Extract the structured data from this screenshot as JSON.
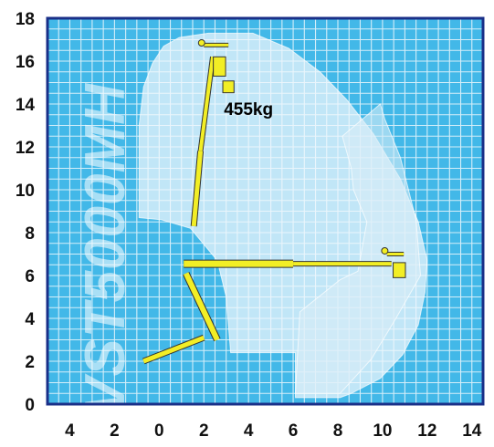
{
  "chart_data": {
    "type": "area",
    "title": "",
    "xlabel": "",
    "ylabel": "",
    "model_watermark": "VST5000MH",
    "x_tick_labels": [
      "4",
      "2",
      "0",
      "2",
      "4",
      "6",
      "8",
      "10",
      "12",
      "14"
    ],
    "x_tick_values": [
      -4,
      -2,
      0,
      2,
      4,
      6,
      8,
      10,
      12,
      14
    ],
    "y_tick_labels": [
      "0",
      "2",
      "4",
      "6",
      "8",
      "10",
      "12",
      "14",
      "16",
      "18"
    ],
    "y_tick_values": [
      0,
      2,
      4,
      6,
      8,
      10,
      12,
      14,
      16,
      18
    ],
    "xlim": [
      -5,
      14.5
    ],
    "ylim": [
      0,
      18
    ],
    "grid": true,
    "annotations": [
      {
        "text": "455kg",
        "x": 2.9,
        "y": 13.5
      }
    ],
    "series": [
      {
        "x": [
          0.9,
          2.2,
          4.2,
          5.8,
          7.2,
          8.4,
          9.6,
          10.8,
          11.6,
          12.0,
          11.9,
          11.6,
          10.9,
          9.9,
          8.6,
          8.1,
          6.1,
          6.1,
          3.2,
          3.0,
          2.6,
          1.4,
          0.1,
          -0.9,
          -0.9,
          -0.7,
          -0.3,
          0.2,
          0.9
        ],
        "y": [
          17.1,
          17.3,
          17.3,
          16.6,
          15.5,
          14.2,
          12.6,
          10.5,
          8.5,
          6.7,
          5.2,
          3.7,
          2.3,
          1.2,
          0.5,
          0.3,
          0.3,
          2.4,
          2.4,
          5.0,
          6.7,
          8.2,
          8.6,
          8.7,
          13.0,
          14.8,
          15.9,
          16.7,
          17.1
        ]
      },
      {
        "x": [
          9.9,
          10.1,
          10.8,
          11.5,
          11.7,
          10.6,
          9.5,
          8.1,
          6.1,
          6.3,
          8.1,
          8.9,
          9.3,
          8.7,
          8.6,
          8.2,
          9.9
        ],
        "y": [
          14.0,
          13.3,
          11.5,
          8.6,
          6.0,
          4.0,
          2.1,
          0.5,
          0.5,
          4.3,
          5.8,
          6.2,
          8.5,
          10.0,
          11.0,
          12.5,
          14.0
        ]
      }
    ],
    "colors": {
      "background": "#42b8e8",
      "grid": "#d4eef9",
      "frame": "#1a2f88",
      "envelope": "#f2f8fc",
      "envelope_inner": "#d8ecf7",
      "machine": "#f2ee25",
      "machine_outline": "#333333"
    }
  }
}
